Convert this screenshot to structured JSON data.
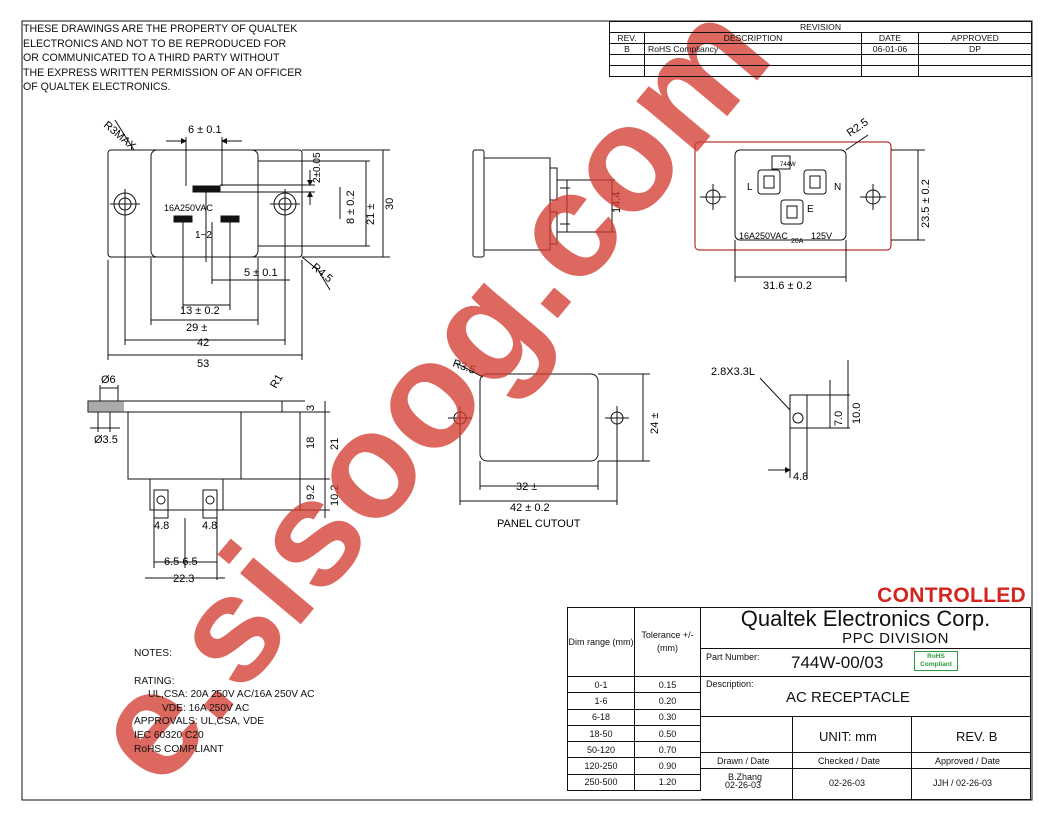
{
  "disclaimer": [
    "THESE DRAWINGS ARE THE PROPERTY OF QUALTEK",
    "ELECTRONICS AND NOT TO BE REPRODUCED FOR",
    "OR COMMUNICATED TO A THIRD PARTY WITHOUT",
    "THE EXPRESS WRITTEN PERMISSION OF AN OFFICER",
    "OF QUALTEK ELECTRONICS."
  ],
  "revision": {
    "title": "REVISION",
    "headers": [
      "REV.",
      "DESCRIPTION",
      "DATE",
      "APPROVED"
    ],
    "rows": [
      [
        "B",
        "RoHS Compliancy",
        "06-01-06",
        "DP"
      ]
    ]
  },
  "controlled": "CONTROLLED",
  "notes": {
    "title": "NOTES:",
    "rating_title": "RATING:",
    "lines": [
      "UL,CSA:  20A 250V AC/16A 250V AC",
      "VDE: 16A 250V AC",
      "APPROVALS: UL,CSA, VDE",
      "IEC 60320 C20",
      "RoHS COMPLIANT"
    ]
  },
  "tolerance_table": {
    "headers": [
      "Dim range (mm)",
      "Tolerance +/- (mm)"
    ],
    "rows": [
      [
        "0-1",
        "0.15"
      ],
      [
        "1-6",
        "0.20"
      ],
      [
        "6-18",
        "0.30"
      ],
      [
        "18-50",
        "0.50"
      ],
      [
        "50-120",
        "0.70"
      ],
      [
        "120-250",
        "0.90"
      ],
      [
        "250-500",
        "1.20"
      ]
    ]
  },
  "title_block": {
    "company": "Qualtek Electronics Corp.",
    "division": "PPC  DIVISION",
    "part_label": "Part Number:",
    "part_number": "744W-00/03",
    "rohs_badge": "RoHS Compliant",
    "desc_label": "Description:",
    "description": "AC RECEPTACLE",
    "unit": "UNIT:  mm",
    "rev": "REV. B",
    "drawn_label": "Drawn / Date",
    "checked_label": "Checked / Date",
    "approved_label": "Approved / Date",
    "drawn_by": "B.Zhang",
    "drawn_date": "02-26-03",
    "checked_date": "02-26-03",
    "approved": "JJH / 02-26-03"
  },
  "dimensions": {
    "front": [
      "6 ± 0.1",
      "2±0.05",
      "8 ± 0.2",
      "21 ±",
      "30",
      "5 ± 0.1",
      "13 ± 0.2",
      "29 ±",
      "42",
      "53",
      "R3MAX",
      "R4.5",
      "16A250VAC",
      "1~2"
    ],
    "side_top": [
      "14.4"
    ],
    "rear": [
      "R2.5",
      "23.5 ± 0.2",
      "31.6 ± 0.2",
      "744W",
      "16A250VAC",
      "20A",
      "125V",
      "L",
      "N",
      "E"
    ],
    "side": [
      "Ø6",
      "R1",
      "Ø3.5",
      "3",
      "18",
      "21",
      "9.2",
      "10.2",
      "4.8",
      "4.8",
      "6.5",
      "6.5",
      "22.3"
    ],
    "cutout": [
      "R3.5",
      "24 ±",
      "32 ±",
      "42 ± 0.2",
      "PANEL CUTOUT"
    ],
    "pin": [
      "2.8X3.3L",
      "7.0",
      "10.0",
      "4.8"
    ]
  },
  "colors": {
    "line": "#111111",
    "accent": "#d2261f",
    "rohs": "#2e9a3c"
  }
}
